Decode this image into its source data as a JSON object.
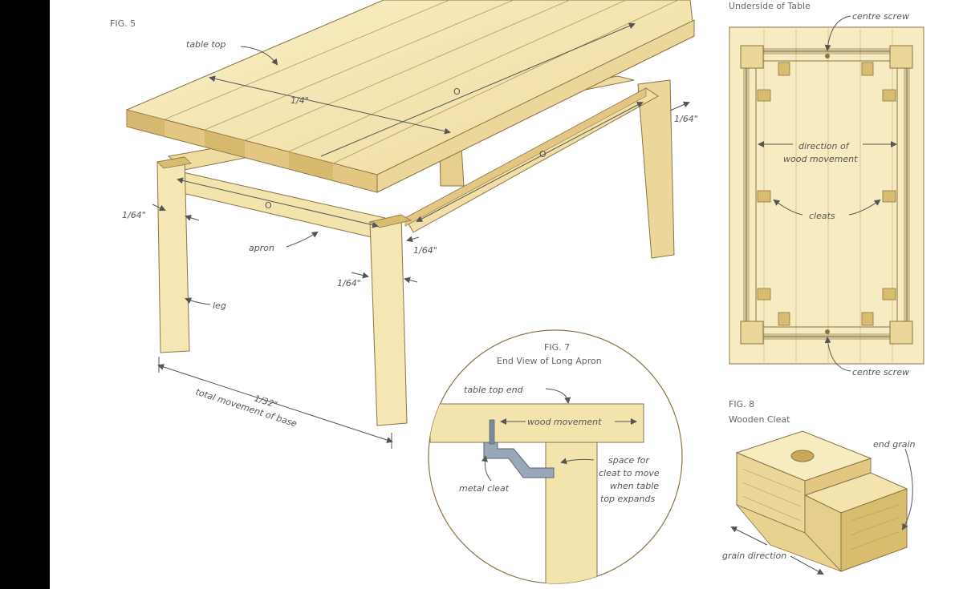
{
  "colors": {
    "wood_light": "#f7ecc0",
    "wood_mid": "#ecd79a",
    "wood_dark": "#d9bd6e",
    "wood_end": "#c9a85a",
    "line": "#8a7448",
    "metal": "#9aa7b8"
  },
  "fig5": {
    "title": "FIG. 5",
    "table_top": "table top",
    "top_dim": "1/4\"",
    "right_gap": "1/64\"",
    "left_gap": "1/64\"",
    "apron": "apron",
    "front_gap_right": "1/64\"",
    "front_gap_left": "1/64\"",
    "leg": "leg",
    "base_dim": "1/32\"",
    "base_caption": "total movement of base"
  },
  "underside": {
    "title": "Underside of Table",
    "centre_screw_top": "centre screw",
    "direction_line1": "direction of",
    "direction_line2": "wood movement",
    "cleats": "cleats",
    "centre_screw_bottom": "centre screw"
  },
  "fig7": {
    "title": "FIG. 7",
    "subtitle": "End View of Long Apron",
    "top_end": "table top end",
    "wood_movement": "wood movement",
    "space1": "space for",
    "space2": "cleat to move",
    "space3": "when table",
    "space4": "top expands",
    "metal_cleat": "metal cleat"
  },
  "fig8": {
    "title": "FIG. 8",
    "subtitle": "Wooden Cleat",
    "end_grain": "end grain",
    "grain_direction": "grain direction"
  }
}
